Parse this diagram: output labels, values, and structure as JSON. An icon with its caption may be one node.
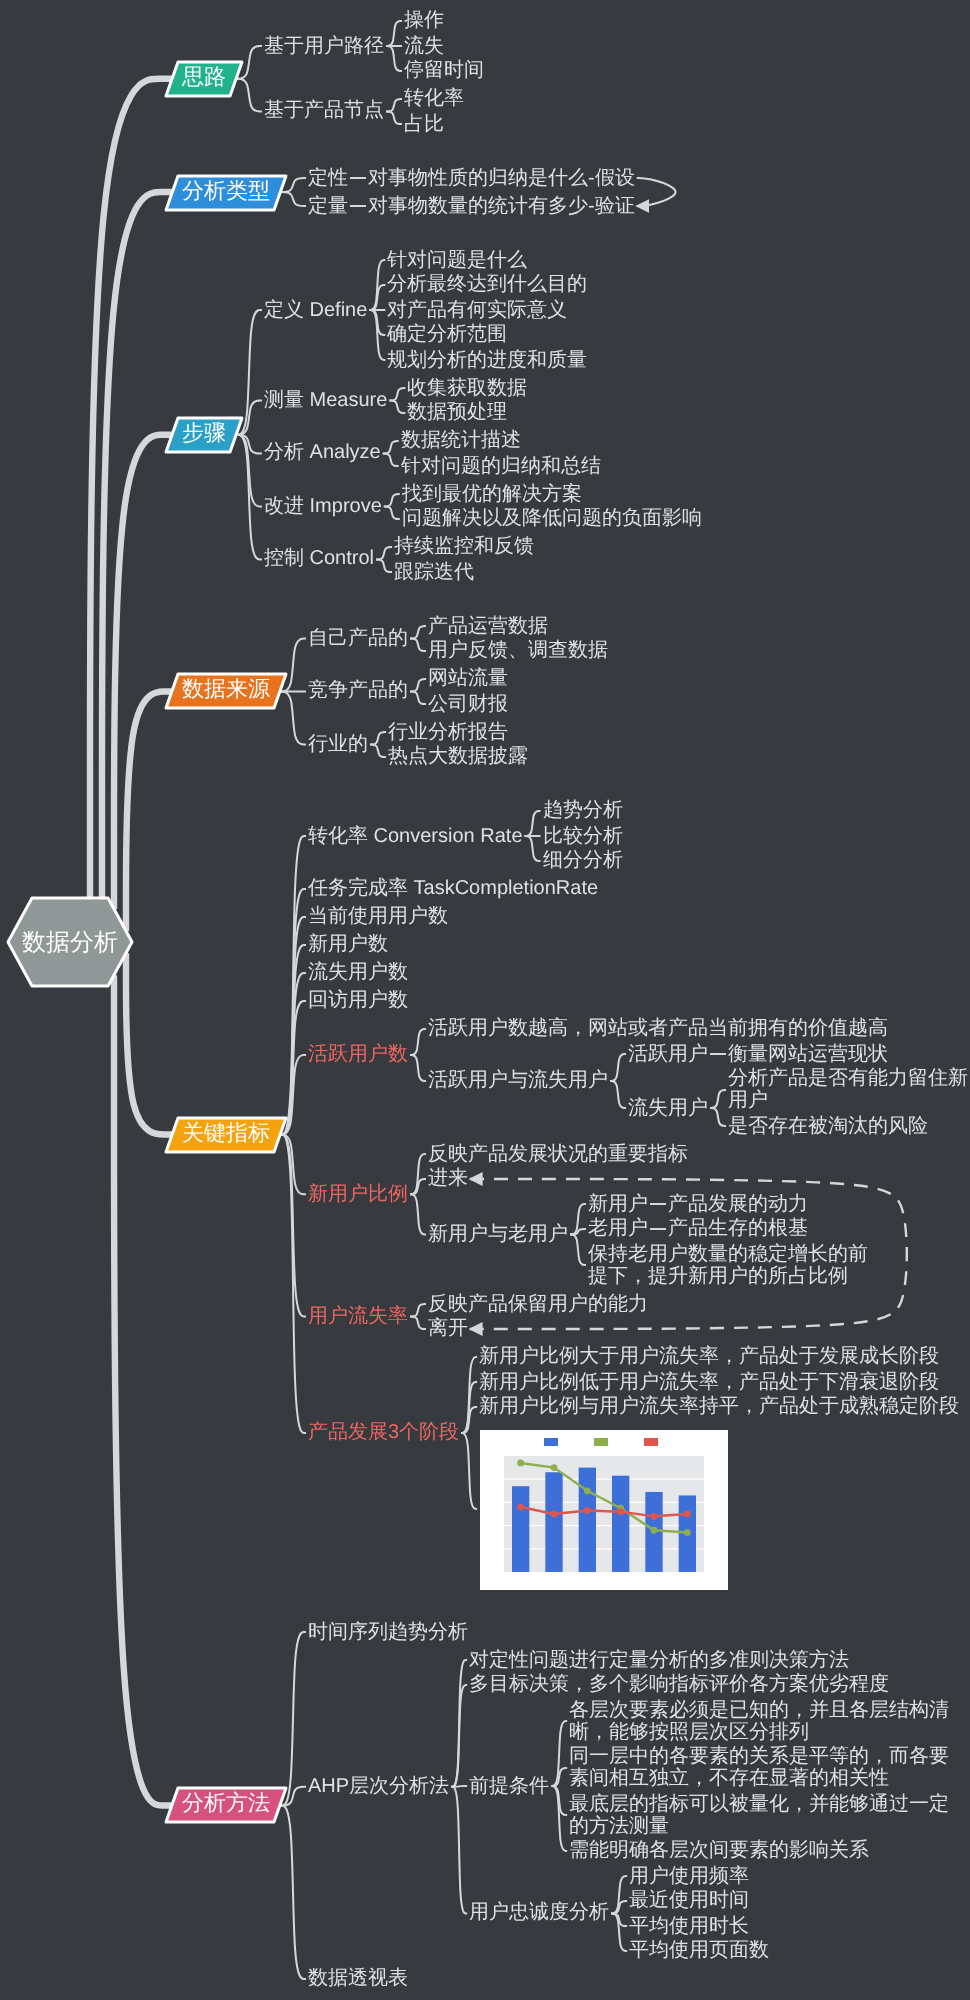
{
  "diagram": {
    "nodes": [
      {
        "text": [
          "数据分析"
        ]
      },
      {
        "text": [
          "思路"
        ]
      },
      {
        "text": [
          "基于用户路径"
        ]
      },
      {
        "text": [
          "操作"
        ]
      },
      {
        "text": [
          "流失"
        ]
      },
      {
        "text": [
          "停留时间"
        ]
      },
      {
        "text": [
          "基于产品节点"
        ]
      },
      {
        "text": [
          "转化率"
        ]
      },
      {
        "text": [
          "占比"
        ]
      },
      {
        "text": [
          "分析类型"
        ]
      },
      {
        "text": [
          "定性"
        ]
      },
      {
        "text": [
          "对事物性质的归纳是什么-假设"
        ]
      },
      {
        "text": [
          "定量"
        ]
      },
      {
        "text": [
          "对事物数量的统计有多少-验证"
        ]
      },
      {
        "text": [
          "步骤"
        ]
      },
      {
        "text": [
          "定义 Define"
        ]
      },
      {
        "text": [
          "针对问题是什么"
        ]
      },
      {
        "text": [
          "分析最终达到什么目的"
        ]
      },
      {
        "text": [
          "对产品有何实际意义"
        ]
      },
      {
        "text": [
          "确定分析范围"
        ]
      },
      {
        "text": [
          "规划分析的进度和质量"
        ]
      },
      {
        "text": [
          "测量 Measure"
        ]
      },
      {
        "text": [
          "收集获取数据"
        ]
      },
      {
        "text": [
          "数据预处理"
        ]
      },
      {
        "text": [
          "分析 Analyze"
        ]
      },
      {
        "text": [
          "数据统计描述"
        ]
      },
      {
        "text": [
          "针对问题的归纳和总结"
        ]
      },
      {
        "text": [
          "改进 Improve"
        ]
      },
      {
        "text": [
          "找到最优的解决方案"
        ]
      },
      {
        "text": [
          "问题解决以及降低问题的负面影响"
        ]
      },
      {
        "text": [
          "控制 Control"
        ]
      },
      {
        "text": [
          "持续监控和反馈"
        ]
      },
      {
        "text": [
          "跟踪迭代"
        ]
      },
      {
        "text": [
          "数据来源"
        ]
      },
      {
        "text": [
          "自己产品的"
        ]
      },
      {
        "text": [
          "产品运营数据"
        ]
      },
      {
        "text": [
          "用户反馈、调查数据"
        ]
      },
      {
        "text": [
          "竞争产品的"
        ]
      },
      {
        "text": [
          "网站流量"
        ]
      },
      {
        "text": [
          "公司财报"
        ]
      },
      {
        "text": [
          "行业的"
        ]
      },
      {
        "text": [
          "行业分析报告"
        ]
      },
      {
        "text": [
          "热点大数据披露"
        ]
      },
      {
        "text": [
          "关键指标"
        ]
      },
      {
        "text": [
          "转化率 Conversion Rate"
        ]
      },
      {
        "text": [
          "趋势分析"
        ]
      },
      {
        "text": [
          "比较分析"
        ]
      },
      {
        "text": [
          "细分分析"
        ]
      },
      {
        "text": [
          "任务完成率 TaskCompletionRate"
        ]
      },
      {
        "text": [
          "当前使用用户数"
        ]
      },
      {
        "text": [
          "新用户数"
        ]
      },
      {
        "text": [
          "流失用户数"
        ]
      },
      {
        "text": [
          "回访用户数"
        ]
      },
      {
        "text": [
          "活跃用户数"
        ]
      },
      {
        "text": [
          "活跃用户数越高，网站或者产品当前拥有的价值越高"
        ]
      },
      {
        "text": [
          "活跃用户与流失用户"
        ]
      },
      {
        "text": [
          "活跃用户"
        ]
      },
      {
        "text": [
          "衡量网站运营现状"
        ]
      },
      {
        "text": [
          "流失用户"
        ]
      },
      {
        "text": [
          "分析产品是否有能力留住新用户"
        ]
      },
      {
        "text": [
          "是否存在被淘汰的风险"
        ]
      },
      {
        "text": [
          "新用户比例"
        ]
      },
      {
        "text": [
          "反映产品发展状况的重要指标"
        ]
      },
      {
        "text": [
          "进来"
        ]
      },
      {
        "text": [
          "新用户与老用户"
        ]
      },
      {
        "text": [
          "新用户"
        ]
      },
      {
        "text": [
          "产品发展的动力"
        ]
      },
      {
        "text": [
          "老用户"
        ]
      },
      {
        "text": [
          "产品生存的根基"
        ]
      },
      {
        "text": [
          "保持老用户数量的稳定增长的前提下，提升新用户的所占比例"
        ]
      },
      {
        "text": [
          "用户流失率"
        ]
      },
      {
        "text": [
          "反映产品保留用户的能力"
        ]
      },
      {
        "text": [
          "离开"
        ]
      },
      {
        "text": [
          "产品发展3个阶段"
        ]
      },
      {
        "text": [
          "新用户比例大于用户流失率，产品处于发展成长阶段"
        ]
      },
      {
        "text": [
          "新用户比例低于用户流失率，产品处于下滑衰退阶段"
        ]
      },
      {
        "text": [
          "新用户比例与用户流失率持平，产品处于成熟稳定阶段"
        ]
      },
      {
        "text": [],
        "shape": "picture"
      },
      {
        "text": [
          "分析方法"
        ]
      },
      {
        "text": [
          "时间序列趋势分析"
        ]
      },
      {
        "text": [
          "AHP层次分析法"
        ]
      },
      {
        "text": [
          "对定性问题进行定量分析的多准则决策方法"
        ]
      },
      {
        "text": [
          "多目标决策，多个影响指标评价各方案优劣程度"
        ]
      },
      {
        "text": [
          "前提条件"
        ]
      },
      {
        "text": [
          "各层次要素必须是已知的，并且各层结构清晰，能够按照层次区分排列"
        ]
      },
      {
        "text": [
          "同一层中的各要素的关系是平等的，而各要素间相互独立，不存在显著的相关性"
        ]
      },
      {
        "text": [
          "最底层的指标可以被量化，并能够通过一定的方法测量"
        ]
      },
      {
        "text": [
          "需能明确各层次间要素的影响关系"
        ]
      },
      {
        "text": [
          "用户忠诚度分析"
        ]
      },
      {
        "text": [
          "用户使用频率"
        ]
      },
      {
        "text": [
          "最近使用时间"
        ]
      },
      {
        "text": [
          "平均使用时长"
        ]
      },
      {
        "text": [
          "平均使用页面数"
        ]
      },
      {
        "text": [
          "数据透视表"
        ]
      }
    ],
    "edges": [
      {
        "from": 0,
        "to": 1,
        "arrow": "none",
        "style": "thick"
      },
      {
        "from": 1,
        "to": 2,
        "arrow": "none"
      },
      {
        "from": 2,
        "to": 3,
        "arrow": "none"
      },
      {
        "from": 2,
        "to": 4,
        "arrow": "none"
      },
      {
        "from": 2,
        "to": 5,
        "arrow": "none"
      },
      {
        "from": 1,
        "to": 6,
        "arrow": "none"
      },
      {
        "from": 6,
        "to": 7,
        "arrow": "none"
      },
      {
        "from": 6,
        "to": 8,
        "arrow": "none"
      },
      {
        "from": 0,
        "to": 9,
        "arrow": "none",
        "style": "thick"
      },
      {
        "from": 9,
        "to": 10,
        "arrow": "none"
      },
      {
        "from": 10,
        "to": 11,
        "arrow": "none"
      },
      {
        "from": 9,
        "to": 12,
        "arrow": "none"
      },
      {
        "from": 12,
        "to": 13,
        "arrow": "none"
      },
      {
        "from": 0,
        "to": 14,
        "arrow": "none",
        "style": "thick"
      },
      {
        "from": 14,
        "to": 15,
        "arrow": "none"
      },
      {
        "from": 15,
        "to": 16,
        "arrow": "none"
      },
      {
        "from": 15,
        "to": 17,
        "arrow": "none"
      },
      {
        "from": 15,
        "to": 18,
        "arrow": "none"
      },
      {
        "from": 15,
        "to": 19,
        "arrow": "none"
      },
      {
        "from": 15,
        "to": 20,
        "arrow": "none"
      },
      {
        "from": 14,
        "to": 21,
        "arrow": "none"
      },
      {
        "from": 21,
        "to": 22,
        "arrow": "none"
      },
      {
        "from": 21,
        "to": 23,
        "arrow": "none"
      },
      {
        "from": 14,
        "to": 24,
        "arrow": "none"
      },
      {
        "from": 24,
        "to": 25,
        "arrow": "none"
      },
      {
        "from": 24,
        "to": 26,
        "arrow": "none"
      },
      {
        "from": 14,
        "to": 27,
        "arrow": "none"
      },
      {
        "from": 27,
        "to": 28,
        "arrow": "none"
      },
      {
        "from": 27,
        "to": 29,
        "arrow": "none"
      },
      {
        "from": 14,
        "to": 30,
        "arrow": "none"
      },
      {
        "from": 30,
        "to": 31,
        "arrow": "none"
      },
      {
        "from": 30,
        "to": 32,
        "arrow": "none"
      },
      {
        "from": 0,
        "to": 33,
        "arrow": "none",
        "style": "thick"
      },
      {
        "from": 33,
        "to": 34,
        "arrow": "none"
      },
      {
        "from": 34,
        "to": 35,
        "arrow": "none"
      },
      {
        "from": 34,
        "to": 36,
        "arrow": "none"
      },
      {
        "from": 33,
        "to": 37,
        "arrow": "none"
      },
      {
        "from": 37,
        "to": 38,
        "arrow": "none"
      },
      {
        "from": 37,
        "to": 39,
        "arrow": "none"
      },
      {
        "from": 33,
        "to": 40,
        "arrow": "none"
      },
      {
        "from": 40,
        "to": 41,
        "arrow": "none"
      },
      {
        "from": 40,
        "to": 42,
        "arrow": "none"
      },
      {
        "from": 0,
        "to": 43,
        "arrow": "none",
        "style": "thick"
      },
      {
        "from": 43,
        "to": 44,
        "arrow": "none"
      },
      {
        "from": 44,
        "to": 45,
        "arrow": "none"
      },
      {
        "from": 44,
        "to": 46,
        "arrow": "none"
      },
      {
        "from": 44,
        "to": 47,
        "arrow": "none"
      },
      {
        "from": 43,
        "to": 48,
        "arrow": "none"
      },
      {
        "from": 43,
        "to": 49,
        "arrow": "none"
      },
      {
        "from": 43,
        "to": 50,
        "arrow": "none"
      },
      {
        "from": 43,
        "to": 51,
        "arrow": "none"
      },
      {
        "from": 43,
        "to": 52,
        "arrow": "none"
      },
      {
        "from": 43,
        "to": 53,
        "arrow": "none"
      },
      {
        "from": 53,
        "to": 54,
        "arrow": "none"
      },
      {
        "from": 53,
        "to": 55,
        "arrow": "none"
      },
      {
        "from": 55,
        "to": 56,
        "arrow": "none"
      },
      {
        "from": 56,
        "to": 57,
        "arrow": "none"
      },
      {
        "from": 55,
        "to": 58,
        "arrow": "none"
      },
      {
        "from": 58,
        "to": 59,
        "arrow": "none"
      },
      {
        "from": 58,
        "to": 60,
        "arrow": "none"
      },
      {
        "from": 43,
        "to": 61,
        "arrow": "none"
      },
      {
        "from": 61,
        "to": 62,
        "arrow": "none"
      },
      {
        "from": 61,
        "to": 63,
        "arrow": "none"
      },
      {
        "from": 61,
        "to": 64,
        "arrow": "none"
      },
      {
        "from": 64,
        "to": 65,
        "arrow": "none"
      },
      {
        "from": 65,
        "to": 66,
        "arrow": "none"
      },
      {
        "from": 64,
        "to": 67,
        "arrow": "none"
      },
      {
        "from": 67,
        "to": 68,
        "arrow": "none"
      },
      {
        "from": 64,
        "to": 69,
        "arrow": "none"
      },
      {
        "from": 43,
        "to": 70,
        "arrow": "none"
      },
      {
        "from": 70,
        "to": 71,
        "arrow": "none"
      },
      {
        "from": 70,
        "to": 72,
        "arrow": "none"
      },
      {
        "from": 43,
        "to": 73,
        "arrow": "none"
      },
      {
        "from": 73,
        "to": 74,
        "arrow": "none"
      },
      {
        "from": 73,
        "to": 75,
        "arrow": "none"
      },
      {
        "from": 73,
        "to": 76,
        "arrow": "none"
      },
      {
        "from": 73,
        "to": 77,
        "arrow": "none"
      },
      {
        "from": 0,
        "to": 78,
        "arrow": "none",
        "style": "thick"
      },
      {
        "from": 78,
        "to": 79,
        "arrow": "none"
      },
      {
        "from": 78,
        "to": 80,
        "arrow": "none"
      },
      {
        "from": 80,
        "to": 81,
        "arrow": "none"
      },
      {
        "from": 80,
        "to": 82,
        "arrow": "none"
      },
      {
        "from": 80,
        "to": 83,
        "arrow": "none"
      },
      {
        "from": 83,
        "to": 84,
        "arrow": "none"
      },
      {
        "from": 83,
        "to": 85,
        "arrow": "none"
      },
      {
        "from": 83,
        "to": 86,
        "arrow": "none"
      },
      {
        "from": 83,
        "to": 87,
        "arrow": "none"
      },
      {
        "from": 80,
        "to": 88,
        "arrow": "none"
      },
      {
        "from": 88,
        "to": 89,
        "arrow": "none"
      },
      {
        "from": 88,
        "to": 90,
        "arrow": "none"
      },
      {
        "from": 88,
        "to": 91,
        "arrow": "none"
      },
      {
        "from": 88,
        "to": 92,
        "arrow": "none"
      },
      {
        "from": 78,
        "to": 93,
        "arrow": "none"
      },
      {
        "from": 11,
        "to": 13,
        "arrow": "to"
      },
      {
        "from": 63,
        "to": 72,
        "arrow": "both",
        "style": "dashed"
      }
    ]
  }
}
